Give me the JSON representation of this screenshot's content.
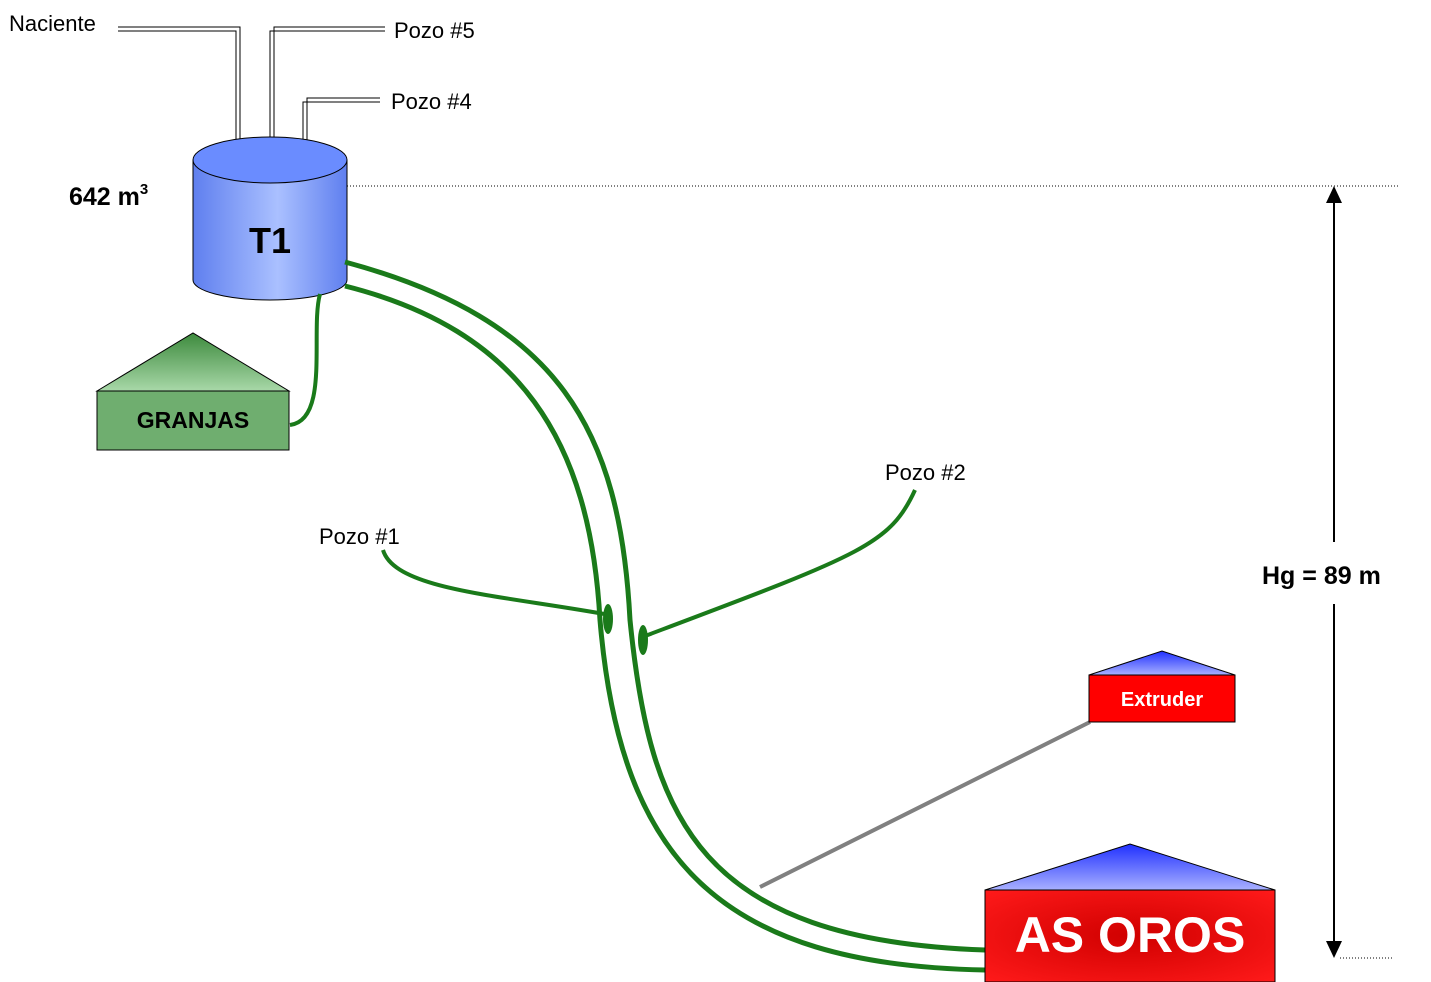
{
  "sources": {
    "naciente": "Naciente",
    "pozo5": "Pozo #5",
    "pozo4": "Pozo #4",
    "pozo1": "Pozo #1",
    "pozo2": "Pozo #2"
  },
  "tank": {
    "label": "T1",
    "volume_value": "642 m",
    "volume_exp": "3",
    "color": "#7f9fff"
  },
  "buildings": {
    "granjas": {
      "label": "GRANJAS",
      "color": "#6fae6f"
    },
    "extruder": {
      "label": "Extruder",
      "color": "#ff0000"
    },
    "asoros": {
      "label": "AS OROS",
      "color": "#ff0000"
    }
  },
  "height": {
    "label": "Hg = 89 m"
  },
  "pipe_color": "#1a7a1a"
}
